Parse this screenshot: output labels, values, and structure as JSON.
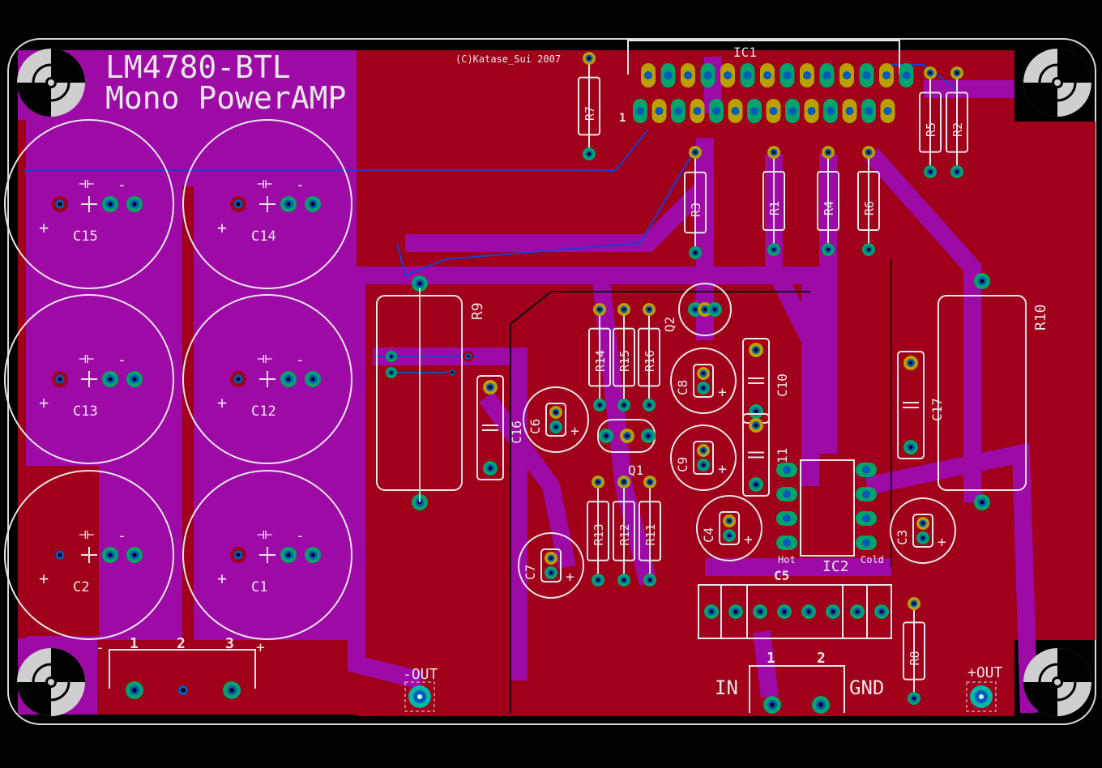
{
  "title": "LM4780-BTL",
  "subtitle": "Mono PowerAMP",
  "copyright": "(C)Katase_Sui 2007",
  "colors": {
    "background": "#000000",
    "top_copper": "#a0001a",
    "bottom_copper": "#9d0aa6",
    "pad": "#00a46a",
    "via": "#005bbb",
    "silkscreen": "#e8e8e8",
    "mount": "#cfcfcf"
  },
  "capacitors_large": [
    "C15",
    "C14",
    "C13",
    "C12",
    "C2",
    "C1"
  ],
  "large_cap_polarity": {
    "plus": "+",
    "minus": "-",
    "symbol": "⊣⊢"
  },
  "ic": {
    "ic1": "IC1",
    "ic1_pin1": "1",
    "ic2": "IC2",
    "hot": "Hot",
    "cold": "Cold"
  },
  "resistors": [
    "R7",
    "R5",
    "R2",
    "R3",
    "R1",
    "R4",
    "R6",
    "R9",
    "R10",
    "R14",
    "R15",
    "R16",
    "R13",
    "R12",
    "R11",
    "R8"
  ],
  "small_caps": [
    "C16",
    "C6",
    "C8",
    "C10",
    "C9",
    "C11",
    "C17",
    "C4",
    "C3",
    "C7",
    "C5"
  ],
  "transistors": [
    "Q2",
    "Q1"
  ],
  "power_connector": {
    "pins": [
      "1",
      "2",
      "3"
    ],
    "minus": "-",
    "plus": "+"
  },
  "input_connector": {
    "pins": [
      "1",
      "2"
    ],
    "in_label": "IN",
    "gnd_label": "GND"
  },
  "outputs": {
    "minus": "-OUT",
    "plus": "+OUT"
  }
}
